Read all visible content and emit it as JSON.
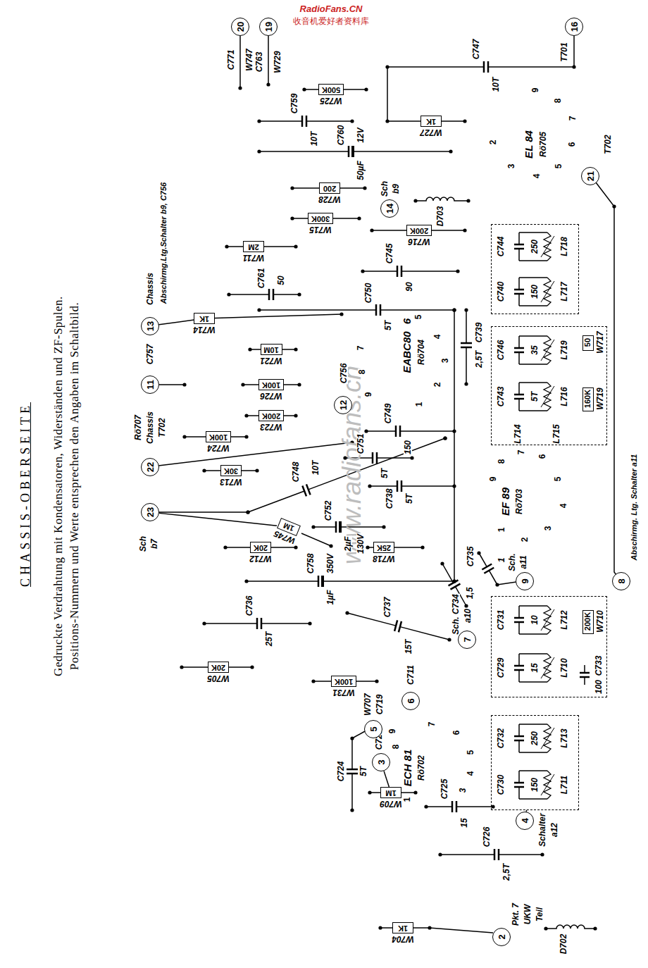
{
  "diagram": {
    "title": "CHASSIS-OBERSEITE",
    "caption": "Gedruckte Verdrahtung mit Kondensatoren, Widerständen und ZF-Spulen. Positions-Nummern und Werte entsprechen den Angaben im Schaltbild.",
    "nodes": [
      {
        "text": [
          "20"
        ]
      },
      {
        "text": [
          "19"
        ]
      },
      {
        "text": [
          "16"
        ]
      },
      {
        "text": [
          "500K",
          "W725"
        ]
      },
      {
        "text": [
          "1K",
          "W727"
        ]
      },
      {
        "text": [
          "200",
          "W728"
        ]
      },
      {
        "text": [
          "21"
        ]
      },
      {
        "text": [
          "14"
        ]
      },
      {
        "text": [
          "300K",
          "W715"
        ]
      },
      {
        "text": [
          "200K",
          "W716"
        ]
      },
      {
        "text": [
          "2M",
          "W711"
        ]
      },
      {
        "text": [
          "C744",
          "250",
          "L718",
          "C740",
          "150",
          "L717"
        ]
      },
      {
        "text": [
          "13"
        ]
      },
      {
        "text": [
          "1K",
          "W714"
        ]
      },
      {
        "text": [
          "10M",
          "W721"
        ]
      },
      {
        "text": [
          "11"
        ]
      },
      {
        "text": [
          "100K",
          "W726"
        ]
      },
      {
        "text": [
          "12"
        ]
      },
      {
        "text": [
          "C746",
          "35",
          "L719",
          "C743",
          "5T",
          "L716",
          "L714",
          "L715"
        ]
      },
      {
        "text": [
          "50",
          "W717"
        ],
        "in": 18
      },
      {
        "text": [
          "160K",
          "W719"
        ],
        "in": 18
      },
      {
        "text": [
          "200K",
          "W723"
        ]
      },
      {
        "text": [
          "22"
        ]
      },
      {
        "text": [
          "100K",
          "W724"
        ]
      },
      {
        "text": [
          "30K",
          "W713"
        ]
      },
      {
        "text": [
          "23"
        ]
      },
      {
        "text": [
          "1M",
          "W745"
        ]
      },
      {
        "text": [
          "20K",
          "W712"
        ]
      },
      {
        "text": [
          "25K",
          "W718"
        ]
      },
      {
        "text": [
          "9"
        ]
      },
      {
        "text": [
          "8"
        ]
      },
      {
        "text": [
          "7"
        ]
      },
      {
        "text": [
          "C731",
          "10",
          "L712",
          "C729",
          "15",
          "L710",
          "C733",
          "100"
        ]
      },
      {
        "text": [
          "200K",
          "W710"
        ],
        "in": 32
      },
      {
        "text": [
          "20K",
          "W705"
        ]
      },
      {
        "text": [
          "100K",
          "W731"
        ]
      },
      {
        "text": [
          "5"
        ]
      },
      {
        "text": [
          "6"
        ]
      },
      {
        "text": [
          "C732",
          "250",
          "L713",
          "C730",
          "150",
          "L711"
        ]
      },
      {
        "text": [
          "3"
        ]
      },
      {
        "text": [
          "4"
        ]
      },
      {
        "text": [
          "1M",
          "W709"
        ]
      },
      {
        "text": [
          "1K",
          "W704"
        ]
      },
      {
        "text": [
          "2"
        ]
      }
    ],
    "edges": [
      {
        "from": 25,
        "to": 26,
        "arrow": "none"
      },
      {
        "from": 39,
        "to": 41,
        "arrow": "none"
      },
      {
        "from": 40,
        "to": 38,
        "arrow": "none"
      }
    ],
    "labels": [
      "RadioFans.CN",
      "收音机爱好者资料库",
      "www.radiofans.cn",
      "C771",
      "W747",
      "C763",
      "W729",
      "T701",
      "T702",
      "Sch",
      "b9",
      "Chassis",
      "Abschirmg.Ltg.Schalter b9, C756",
      "C757",
      "C756",
      "Rö707",
      "Chassis",
      "T702",
      "Sch",
      "b7",
      "Sch.",
      "a11",
      "Abschirmg. Ltg. Schalter a11",
      "Sch. C734",
      "a10",
      "W707",
      "C719",
      "C711",
      "C723",
      "Schalter",
      "a12",
      "Pkt. 7",
      "UKW",
      "Teil",
      "EL 84",
      "Rö705",
      "9",
      "8",
      "7",
      "6",
      "5",
      "4",
      "3",
      "2",
      "EABC80",
      "6",
      "Rö704",
      "7",
      "8",
      "9",
      "1",
      "2",
      "3",
      "4",
      "5",
      "EF 89",
      "Rö703",
      "9",
      "8",
      "7",
      "6",
      "5",
      "4",
      "3",
      "2",
      "1",
      "ECH 81",
      "Rö702",
      "9",
      "8",
      "7",
      "6",
      "5",
      "4",
      "1",
      "C747",
      "10T",
      "C759",
      "10T",
      "C760",
      "12V",
      "50µF",
      "C761",
      "50",
      "C745",
      "90",
      "C750",
      "5T",
      "C739",
      "2,5T",
      "C749",
      "150",
      "C751",
      "5T",
      "C738",
      "5T",
      "C748",
      "10T",
      "C752",
      "2µF",
      "130V",
      "C758",
      "1µF",
      "350V",
      "C736",
      "25T",
      "C737",
      "15T",
      "1,5",
      "C735",
      "1",
      "C724",
      "5T",
      "C725",
      "3",
      "15",
      "C726",
      "2,5T",
      "D703",
      "D702"
    ]
  }
}
